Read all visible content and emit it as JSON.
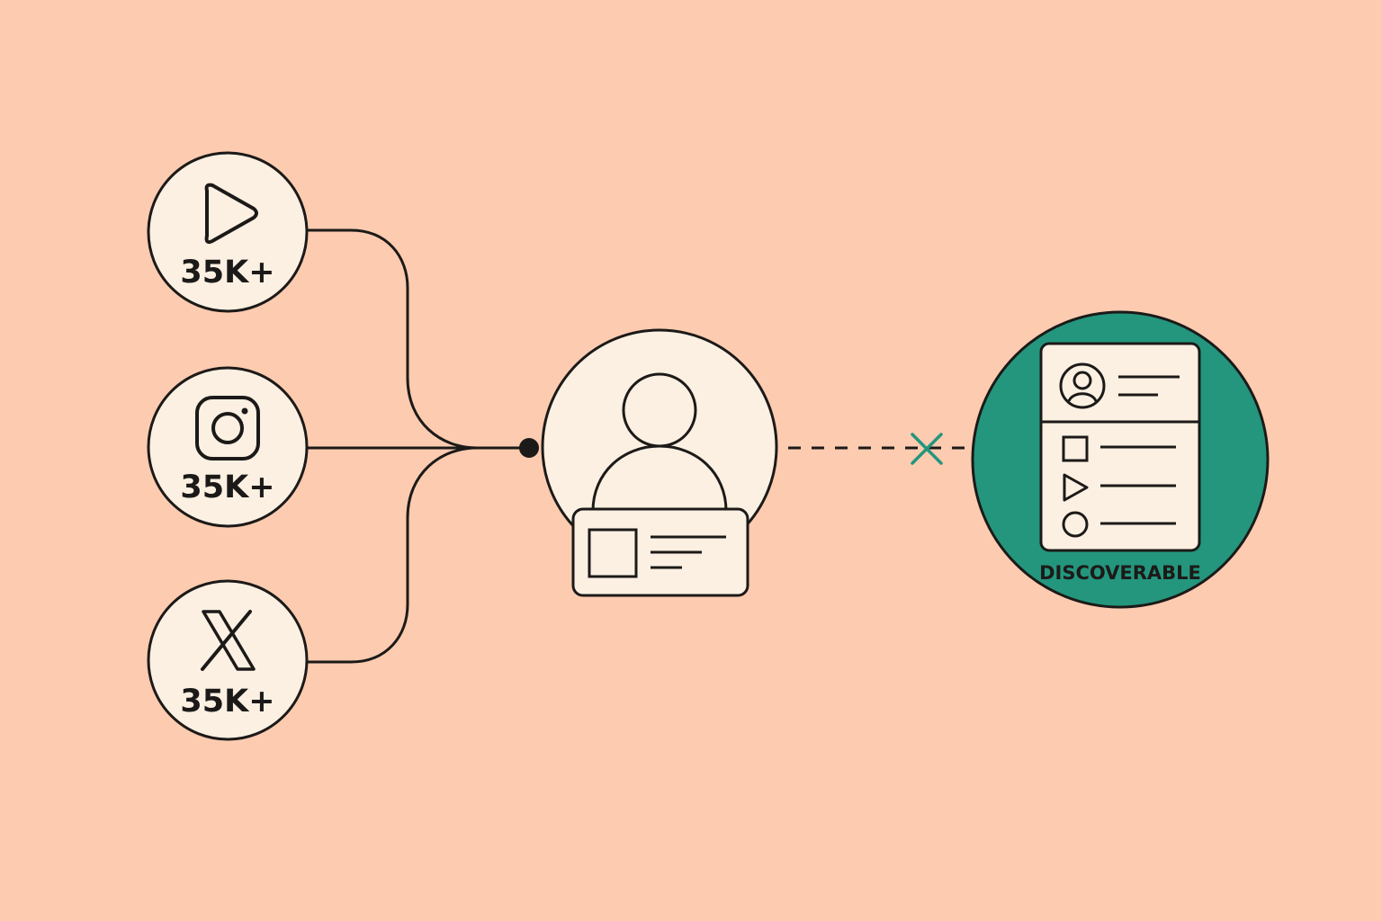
{
  "colors": {
    "background": "#FCCBB0",
    "node_fill": "#FBF0E2",
    "stroke": "#1C1A18",
    "accent": "#23967D",
    "accent_dark": "#1D7A66"
  },
  "sources": [
    {
      "platform_icon": "play-icon",
      "count": "35K+"
    },
    {
      "platform_icon": "instagram-icon",
      "count": "35K+"
    },
    {
      "platform_icon": "x-logo-icon",
      "count": "35K+"
    }
  ],
  "profile": {
    "icon": "user-avatar-icon",
    "card_icon": "id-card-icon"
  },
  "connection": {
    "status_icon": "cross-icon"
  },
  "destination": {
    "label": "DISCOVERABLE",
    "icon": "profile-list-icon"
  }
}
